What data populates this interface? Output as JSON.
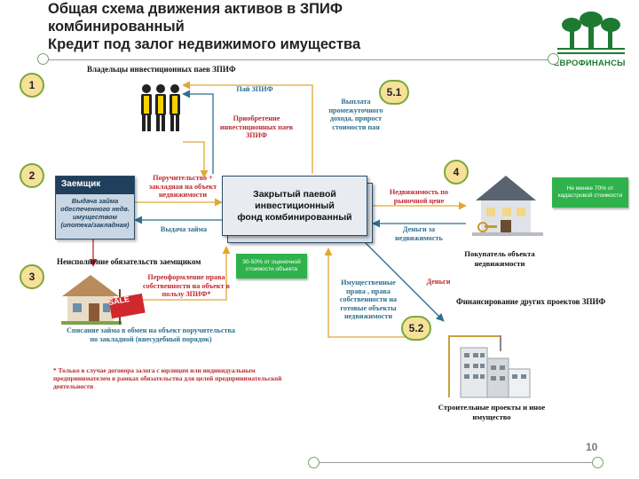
{
  "title": {
    "line1": "Общая схема движения активов в ЗПИФ",
    "line2": "комбинированный",
    "line3": "Кредит под залог недвижимого имущества"
  },
  "logo": {
    "text": "ЕВРОФИНАНСЫ",
    "color": "#1e7a32"
  },
  "steps": {
    "s1": "1",
    "s2": "2",
    "s3": "3",
    "s4": "4",
    "s51": "5.1",
    "s52": "5.2"
  },
  "owners_label": "Владельцы инвестиционных паев ЗПИФ",
  "fund": {
    "line1": "Закрытый паевой",
    "line2": "инвестиционный",
    "line3": "фонд комбинированный"
  },
  "borrower": {
    "title": "Заемщик",
    "desc": "Выдача займа обеспеченного недв. имуществом (ипотека/закладная)"
  },
  "arrows": {
    "pai": "Пай ЗПИФ",
    "purchase": "Приобретение инвестиционных паев ЗПИФ",
    "payout": "Выплата промежуточного дохода, прирост стоимости пая",
    "guarantee": "Поручительство + закладная на объект недвижимости",
    "loan_issue": "Выдача займа",
    "realty_market": "Недвижимость по рыночной цене",
    "money_realty": "Деньги за недвижимость",
    "re_registration": "Переоформление права собственности на объект в пользу ЗПИФ*",
    "property_rights": "Имущественные права , права собственности на готовые объекты недвижимости",
    "money": "Деньги"
  },
  "green_boxes": {
    "pct_30_50": "30-50% от оценочной стоимости объекта",
    "pct_70": "Не менее 70% от кадастровой стоимости"
  },
  "default_label": "Неисполнение обязательств заемщиком",
  "writeoff_label": "Списание займа в обмен на объект поручительства по закладной (внесудебный порядок)",
  "buyer_label": "Покупатель объекта недвижимости",
  "financing_label": "Финансирование других проектов ЗПИФ",
  "construction_label": "Строительные проекты и иное имущество",
  "footnote": "* Только в случае договора залога с юрлицом или индивидуальным предпринимателем в рамках обязательства для целей предпринимательской деятельности",
  "sale_sign": "SALE",
  "page_number": "10",
  "colors": {
    "accent_red": "#c0282d",
    "accent_blue": "#2d6f8f",
    "green": "#2fb24b",
    "badge_fill": "#f7e09a",
    "badge_border": "#7aa83a"
  }
}
